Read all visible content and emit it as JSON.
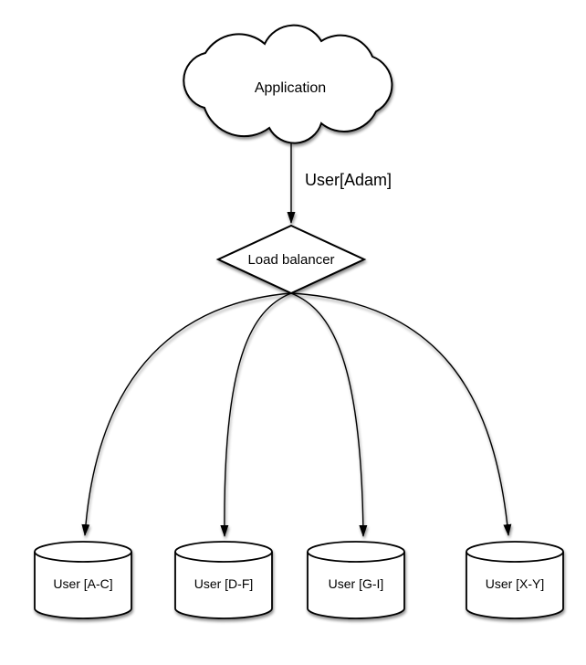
{
  "diagram": {
    "application_label": "Application",
    "request_label": "User[Adam]",
    "load_balancer_label": "Load balancer",
    "shards": [
      {
        "label": "User [A-C]"
      },
      {
        "label": "User [D-F]"
      },
      {
        "label": "User [G-I]"
      },
      {
        "label": "User [X-Y]"
      }
    ],
    "icons": {
      "cloud": "cloud-shape",
      "diamond": "decision-shape",
      "cylinder": "database-shape",
      "arrow": "arrowhead-down"
    },
    "colors": {
      "stroke": "#000000",
      "shape_fill": "#ffffff",
      "background": "#ffffff",
      "text": "#000000"
    }
  }
}
